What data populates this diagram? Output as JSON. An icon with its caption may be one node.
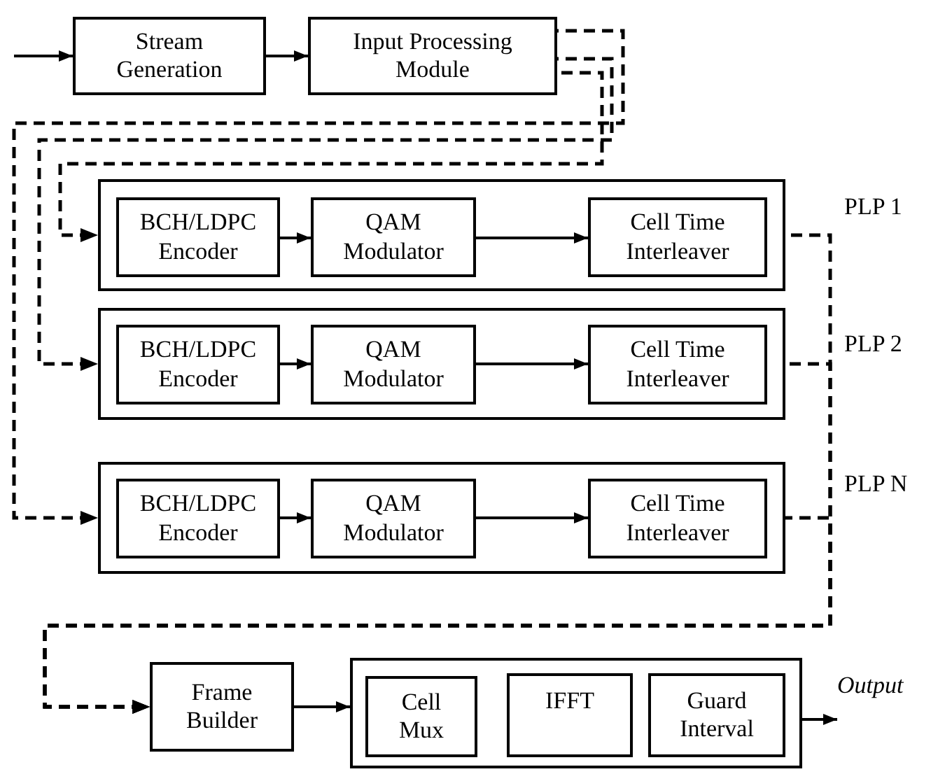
{
  "diagram": {
    "nodes": [
      {
        "text": [
          "Stream Generation"
        ]
      },
      {
        "text": [
          "Input Processing Module"
        ]
      },
      {
        "text": [],
        "shape": "box",
        "beside": [
          "PLP 1"
        ]
      },
      {
        "text": [
          "BCH/LDPC Encoder"
        ],
        "in": 2
      },
      {
        "text": [
          "QAM Modulator"
        ],
        "in": 2
      },
      {
        "text": [
          "Cell Time Interleaver"
        ],
        "in": 2
      },
      {
        "text": [],
        "shape": "box",
        "beside": [
          "PLP 2"
        ]
      },
      {
        "text": [
          "BCH/LDPC Encoder"
        ],
        "in": 6
      },
      {
        "text": [
          "QAM Modulator"
        ],
        "in": 6
      },
      {
        "text": [
          "Cell Time Interleaver"
        ],
        "in": 6
      },
      {
        "text": [],
        "shape": "box",
        "beside": [
          "PLP N"
        ]
      },
      {
        "text": [
          "BCH/LDPC Encoder"
        ],
        "in": 10
      },
      {
        "text": [
          "QAM Modulator"
        ],
        "in": 10
      },
      {
        "text": [
          "Cell Time Interleaver"
        ],
        "in": 10
      },
      {
        "text": [
          "Frame Builder"
        ]
      },
      {
        "text": [],
        "shape": "box"
      },
      {
        "text": [
          "Cell Mux"
        ],
        "in": 15
      },
      {
        "text": [
          "IFFT"
        ],
        "in": 15
      },
      {
        "text": [
          "Guard Interval"
        ],
        "in": 15
      },
      {
        "text": [
          "Output"
        ]
      }
    ],
    "edges": [
      {
        "from": null,
        "to": 0,
        "arrow": "to"
      },
      {
        "from": 0,
        "to": 1,
        "arrow": "to"
      },
      {
        "from": 1,
        "to": 2,
        "arrow": "to",
        "style": "dashed"
      },
      {
        "from": 1,
        "to": 6,
        "arrow": "to",
        "style": "dashed"
      },
      {
        "from": 1,
        "to": 10,
        "arrow": "to",
        "style": "dashed"
      },
      {
        "from": 3,
        "to": 4,
        "arrow": "to"
      },
      {
        "from": 4,
        "to": 5,
        "arrow": "to"
      },
      {
        "from": 7,
        "to": 8,
        "arrow": "to"
      },
      {
        "from": 8,
        "to": 9,
        "arrow": "to"
      },
      {
        "from": 11,
        "to": 12,
        "arrow": "to"
      },
      {
        "from": 12,
        "to": 13,
        "arrow": "to"
      },
      {
        "from": 2,
        "to": 14,
        "arrow": "to",
        "style": "dashed"
      },
      {
        "from": 6,
        "to": 14,
        "arrow": "to",
        "style": "dashed"
      },
      {
        "from": 10,
        "to": 14,
        "arrow": "to",
        "style": "dashed"
      },
      {
        "from": 14,
        "to": 15,
        "arrow": "to"
      },
      {
        "from": 15,
        "to": 19,
        "arrow": "to"
      }
    ]
  }
}
